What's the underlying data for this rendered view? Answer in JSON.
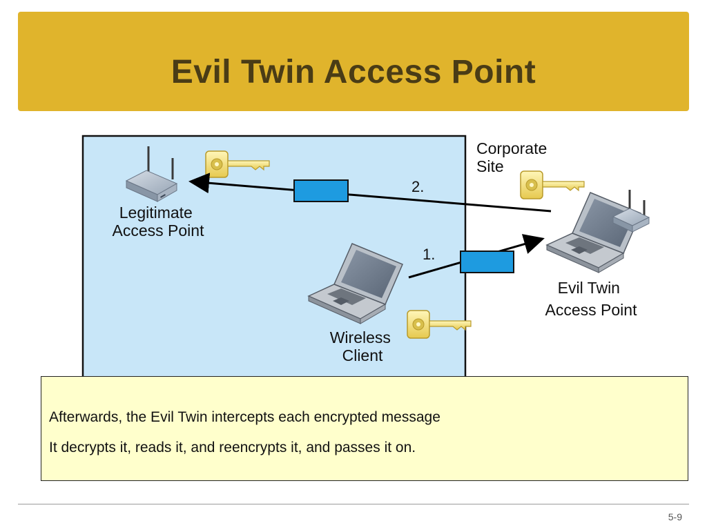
{
  "slide": {
    "title": "Evil Twin Access Point",
    "page_number": "5-9"
  },
  "diagram": {
    "corporate_site_label": [
      "Corporate",
      "Site"
    ],
    "legit_ap_label": [
      "Legitimate",
      "Access Point"
    ],
    "evil_twin_label": [
      "Evil Twin",
      "Access Point"
    ],
    "wireless_client_label": [
      "Wireless",
      "Client"
    ],
    "step_1": "1.",
    "step_2": "2."
  },
  "note": {
    "lines": [
      "Afterwards, the Evil Twin intercepts each encrypted message",
      "It decrypts it, reads it, and reencrypts it, and passes it on."
    ]
  },
  "colors": {
    "title_bar": "#e0b42c",
    "title_text": "#4a3c16",
    "corporate_area": "#c8e6f8",
    "message_box": "#1e9be0",
    "note_background": "#ffffcc",
    "key_gold": "#f2df7a"
  }
}
